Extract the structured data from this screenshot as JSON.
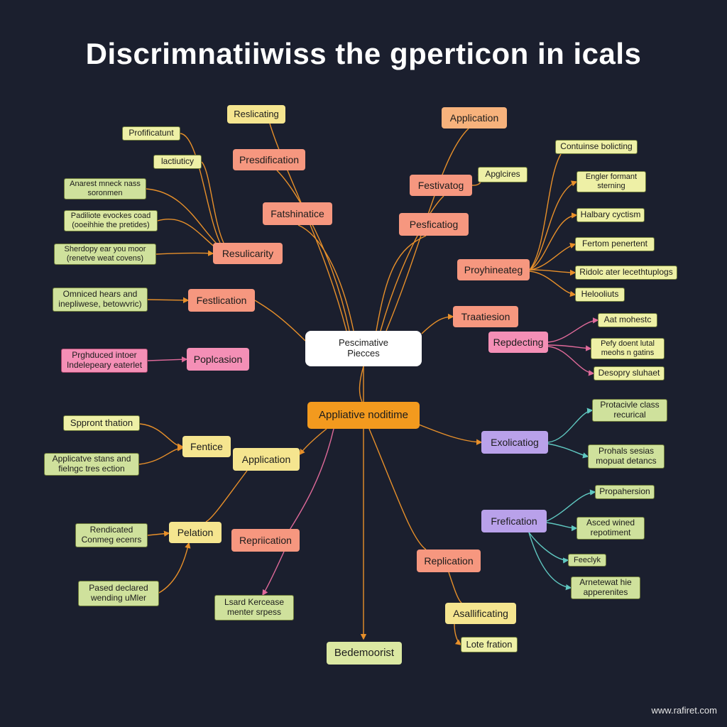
{
  "title": "Discrimnatiiwiss the gperticon in icals",
  "watermark": "www.rafiret.com",
  "colors": {
    "background": "#1b1f2e",
    "edge_orange": "#e8902a",
    "edge_pink": "#e06a9a",
    "edge_teal": "#5fc7c0"
  },
  "nodes": {
    "root": "Pescimative\nPiecces",
    "hub": "Appliative noditime",
    "n_resultacing": "Reslicating",
    "n_presdification": "Presdification",
    "n_fatshinatice": "Fatshinatice",
    "n_proficatunt": "Profificatunt",
    "n_lactuticy": "lactiuticy",
    "n_anarest": "Anarest mneck nass\nsoronmen",
    "n_padiliote": "Padiliote evockes coad\n(ooeihhie the pretides)",
    "n_shendopy": "Sherdopy ear you moor\n(renetve weat covens)",
    "n_resulicarity": "Resulicarity",
    "n_omniced": "Omniced hears and\ninepliwese, betowvric)",
    "n_festlication": "Festlication",
    "n_prgduced": "Prghduced intoer\nIndelepeary eaterlet",
    "n_poplcasion": "Poplcasion",
    "n_application_top": "Application",
    "n_festivatog": "Festivatog",
    "n_apgicires": "Apglcires",
    "n_pesficatiog": "Pesficatiog",
    "n_contunise": "Contuinse bolicting",
    "n_engler": "Engler formant\nsterning",
    "n_halbary": "Halbary cyctism",
    "n_proyhineateg": "Proyhineateg",
    "n_fertom": "Fertom penertent",
    "n_ridolc": "Ridolc ater lecethtuplogs",
    "n_heloolits": "Helooliuts",
    "n_traatiesion": "Traatiesion",
    "n_repdecting": "Repdecting",
    "n_aat": "Aat mohestc",
    "n_pefy": "Pefy doent lutal\nmeohs n gatins",
    "n_desopry": "Desopry sluhaet",
    "n_sppront": "Sppront thation",
    "n_applicatve_stans": "Applicatve stans and\nfielngc tres ection",
    "n_fentice": "Fentice",
    "n_application_left": "Application",
    "n_exolicatiog": "Exolicatiog",
    "n_protacivle": "Protacivle class\nrecurical",
    "n_prohals": "Prohals sesias\nmopuat detancs",
    "n_rendicated": "Rendicated\nConmeg ecenrs",
    "n_pelation": "Pelation",
    "n_replication_a": "Repriication",
    "n_passed": "Pased declared\nwending uMler",
    "n_lsard": "Lsard Kercease\nmenter srpess",
    "n_replication_b": "Replication",
    "n_frefication": "Frefication",
    "n_propahersion": "Propahersion",
    "n_asced": "Asced wined\nrepotiment",
    "n_feeclyk": "Feeclyk",
    "n_arnetewat": "Arnetewat hie\napperenites",
    "n_asallificating": "Asallificating",
    "n_lote": "Lote fration",
    "n_bedemoorist": "Bedemoorist"
  }
}
